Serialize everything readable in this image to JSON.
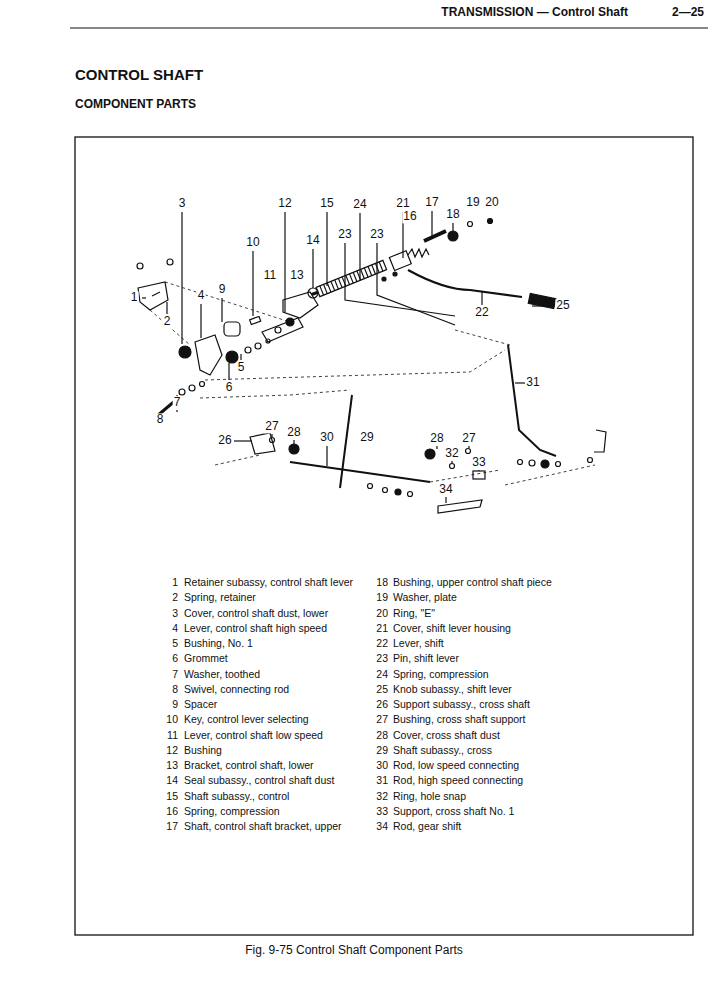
{
  "diagram": {
    "title": "CONTROL SHAFT",
    "caption": "Fig. 9-75 Control Shaft Component Parts",
    "labels": [
      "TRANSMISSION — Control Shaft",
      "2—25",
      "COMPONENT PARTS",
      "3",
      "12",
      "15",
      "24",
      "21",
      "17",
      "19",
      "20",
      "16",
      "18",
      "23",
      "23",
      "14",
      "10",
      "11",
      "13",
      "9",
      "4",
      "25",
      "1",
      "22",
      "2",
      "5",
      "31",
      "6",
      "7",
      "8",
      "27",
      "28",
      "30",
      "29",
      "28",
      "27",
      "26",
      "32",
      "33",
      "34",
      "1",
      "Retainer subassy, control shaft lever",
      "2",
      "Spring, retainer",
      "3",
      "Cover, control shaft dust, lower",
      "4",
      "Lever, control shaft high speed",
      "5",
      "Bushing, No. 1",
      "6",
      "Grommet",
      "7",
      "Washer, toothed",
      "8",
      "Swivel, connecting rod",
      "9",
      "Spacer",
      "10",
      "Key, control lever selecting",
      "11",
      "Lever, control shaft low speed",
      "12",
      "Bushing",
      "13",
      "Bracket, control shaft, lower",
      "14",
      "Seal subassy., control shaft dust",
      "15",
      "Shaft subassy., control",
      "16",
      "Spring, compression",
      "17",
      "Shaft, control shaft bracket, upper",
      "18",
      "Bushing, upper control shaft piece",
      "19",
      "Washer, plate",
      "20",
      "Ring, \"E\"",
      "21",
      "Cover, shift lever housing",
      "22",
      "Lever, shift",
      "23",
      "Pin, shift lever",
      "24",
      "Spring, compression",
      "25",
      "Knob subassy., shift lever",
      "26",
      "Support subassy., cross shaft",
      "27",
      "Bushing, cross shaft support",
      "28",
      "Cover, cross shaft dust",
      "29",
      "Shaft subassy., cross",
      "30",
      "Rod, low speed connecting",
      "31",
      "Rod, high speed connecting",
      "32",
      "Ring, hole snap",
      "33",
      "Support, cross shaft No. 1",
      "34",
      "Rod, gear shift"
    ]
  }
}
